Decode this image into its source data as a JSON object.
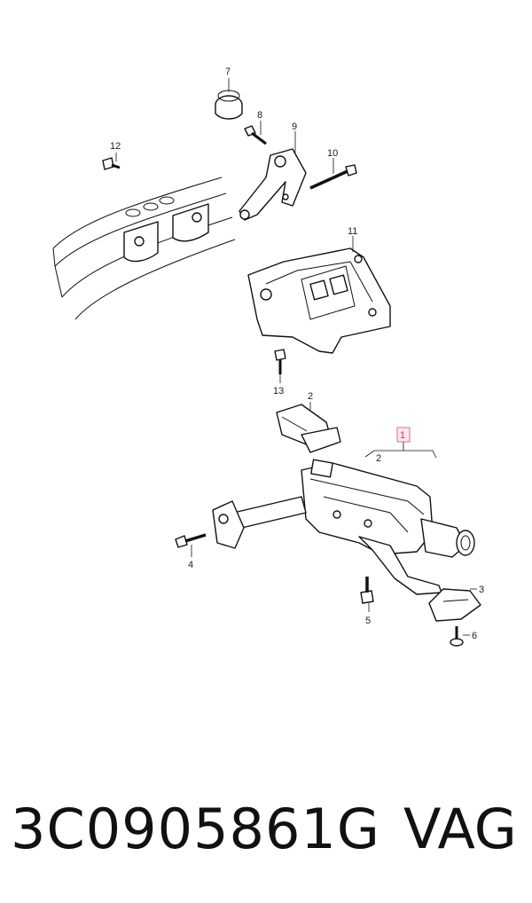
{
  "diagram": {
    "callouts": {
      "c1": "1",
      "c2a": "2",
      "c2b": "2",
      "c3": "3",
      "c4": "4",
      "c5": "5",
      "c6": "6",
      "c7": "7",
      "c8": "8",
      "c9": "9",
      "c10": "10",
      "c11": "11",
      "c12": "12",
      "c13": "13"
    },
    "highlight_color": "#e06a80"
  },
  "footer": {
    "part_number": "3C0905861G",
    "brand": "VAG"
  }
}
